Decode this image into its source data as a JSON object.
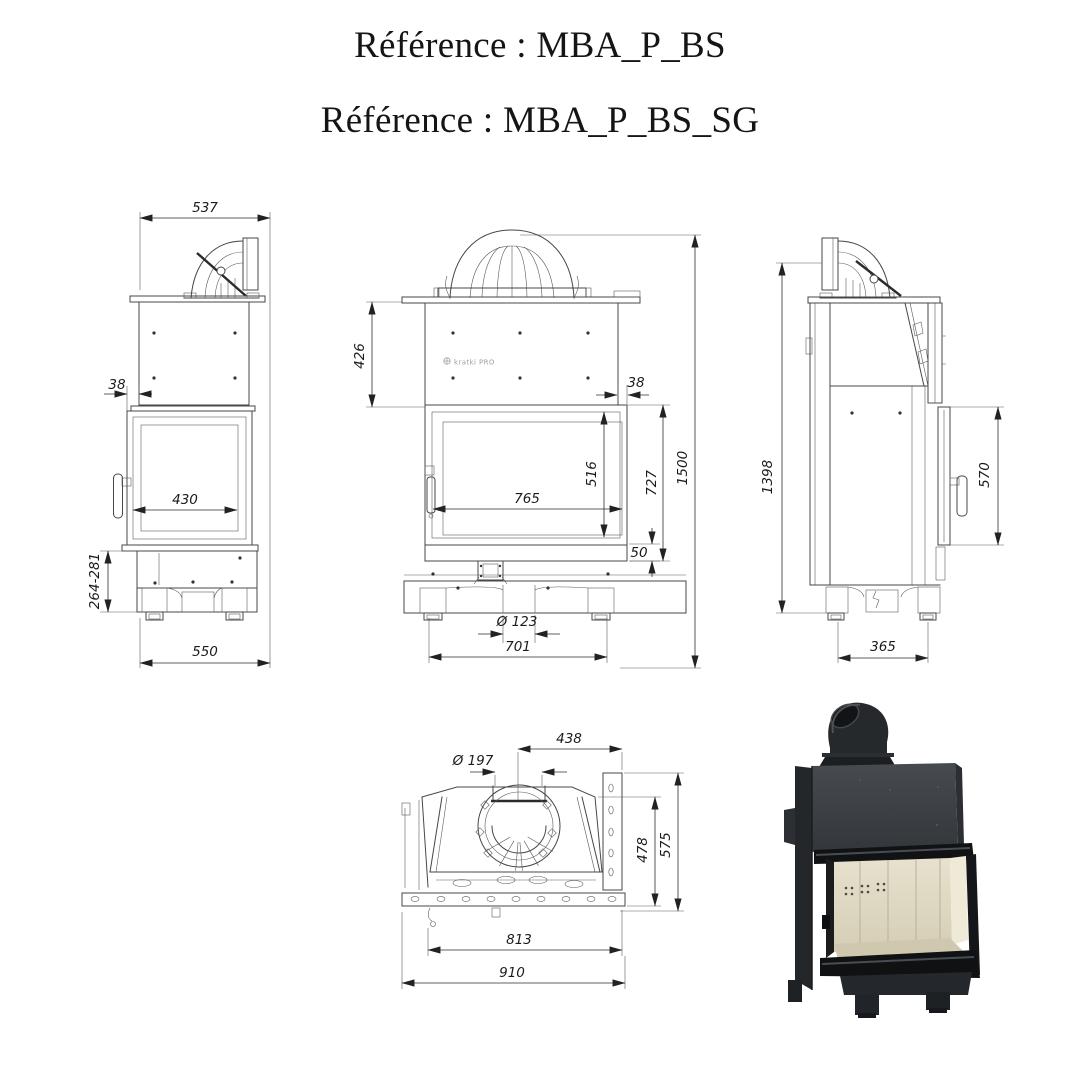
{
  "titles": {
    "line1": "Référence : MBA_P_BS",
    "line2": "Référence : MBA_P_BS_SG"
  },
  "colors": {
    "background": "#ffffff",
    "drawing_line": "#474747",
    "dim_text": "#1b1b1b",
    "body_dark": "#3a3e42",
    "frame_black": "#121416",
    "firebox_cream": "#e0dac6"
  },
  "left_view": {
    "dims": {
      "top_depth": "537",
      "front_offset": "38",
      "glass_depth": "430",
      "base_height": "264-281",
      "base_depth": "550"
    }
  },
  "front_view": {
    "logo": "kratki PRO",
    "dims": {
      "upper_height": "426",
      "side_offset": "38",
      "glass_width": "765",
      "glass_height": "516",
      "door_height": "727",
      "total_height": "1500",
      "plinth": "50",
      "air_inlet": "Ø 123",
      "feet_span": "701"
    }
  },
  "right_view": {
    "dims": {
      "flue_axis_height": "1398",
      "handle_height": "570",
      "base_depth": "365"
    }
  },
  "bottom_view": {
    "dims": {
      "flue_axis_offset": "438",
      "flue_bore": "Ø 197",
      "inner_depth": "478",
      "total_depth": "575",
      "inner_width": "813",
      "total_width": "910"
    }
  }
}
